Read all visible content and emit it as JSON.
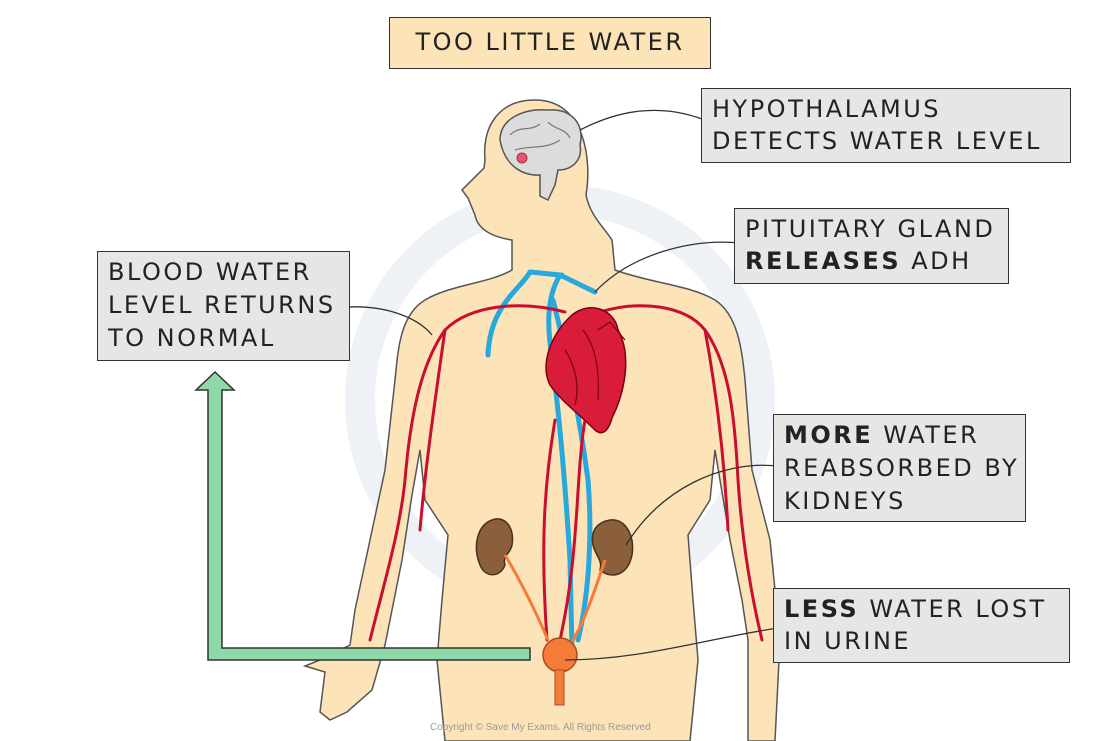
{
  "title": "TOO LITTLE WATER",
  "labels": {
    "hypothalamus": {
      "line1": "HYPOTHALAMUS",
      "line2": "DETECTS WATER LEVEL"
    },
    "pituitary": {
      "line1": "PITUITARY GLAND",
      "line2_bold": "RELEASES",
      "line2_rest": " ADH"
    },
    "blood": {
      "line1": "BLOOD WATER",
      "line2": "LEVEL RETURNS",
      "line3": "TO NORMAL"
    },
    "kidneys": {
      "line1_bold": "MORE",
      "line1_rest": " WATER",
      "line2": "REABSORBED BY",
      "line3": "KIDNEYS"
    },
    "urine": {
      "line1_bold": "LESS",
      "line1_rest": " WATER LOST",
      "line2": "IN URINE"
    }
  },
  "copyright": "Copyright © Save My Exams. All Rights Reserved",
  "colors": {
    "skin": "#fde3b8",
    "artery": "#c8102e",
    "vein": "#29a8dd",
    "heart": "#d91c3a",
    "kidney": "#8b5e3c",
    "bladder": "#f47b3a",
    "arrow": "#8fd9a8",
    "label_box": "#e6e6e6"
  }
}
